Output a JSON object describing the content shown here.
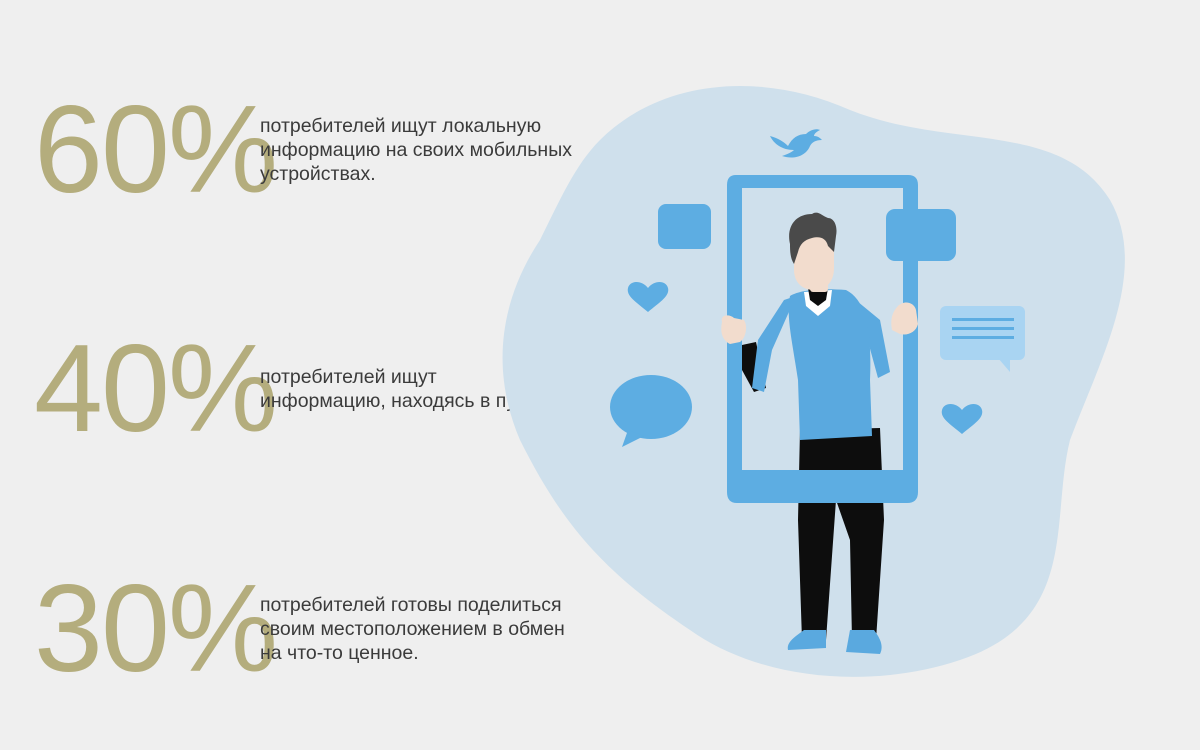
{
  "stats": [
    {
      "value": "60%",
      "text": "потребителей ищут локальную\nинформацию на своих мобильных\nустройствах."
    },
    {
      "value": "40%",
      "text": "потребителей ищут\nинформацию, находясь в пути"
    },
    {
      "value": "30%",
      "text": "потребителей готовы поделиться\nсвоим местоположением в обмен\nна что-то ценное."
    }
  ],
  "colors": {
    "background": "#efefef",
    "number": "#b4ad7d",
    "text": "#3b3b3b",
    "blob": "#cfe0ec",
    "accent_blue": "#5dade2",
    "sweater": "#5aa9df",
    "pants": "#0d0d0d",
    "hair": "#4a4a4a",
    "skin": "#f2dccd"
  },
  "illustration": {
    "icons": [
      "twitter-bird-icon",
      "chat-bubble-icon",
      "heart-icon",
      "message-text-icon",
      "phone-frame-icon"
    ]
  }
}
